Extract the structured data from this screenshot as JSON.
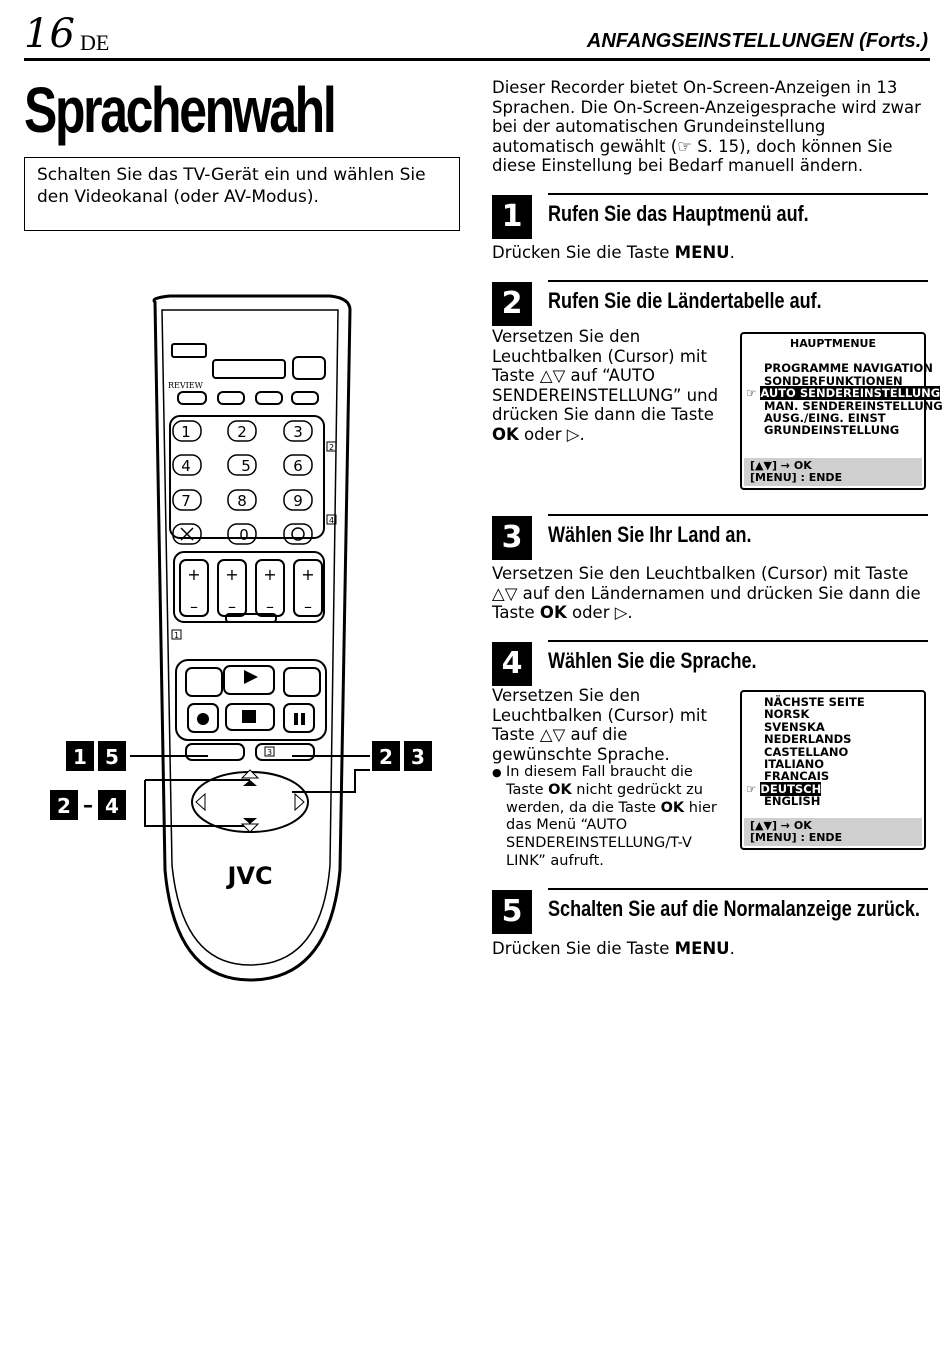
{
  "header": {
    "page_number": "16",
    "lang": "DE",
    "section": "ANFANGSEINSTELLUNGEN (Forts.)"
  },
  "title": "Sprachenwahl",
  "note_box": "Schalten Sie das TV-Gerät ein und wählen Sie den Videokanal (oder AV-Modus).",
  "intro": "Dieser Recorder bietet On-Screen-Anzeigen in 13 Sprachen. Die On-Screen-Anzeigesprache wird zwar bei der automatischen Grundeinstellung automatisch gewählt (☞ S. 15), doch können Sie diese Einstellung bei Bedarf manuell ändern.",
  "steps": [
    {
      "num": "1",
      "title": "Rufen Sie das Hauptmenü auf.",
      "body_pre": "Drücken Sie die Taste ",
      "body_key": "MENU",
      "body_post": "."
    },
    {
      "num": "2",
      "title": "Rufen Sie die Ländertabelle auf.",
      "body_pre": "Versetzen Sie den Leuchtbalken (Cursor) mit Taste △▽ auf “AUTO SENDEREINSTELLUNG” und drücken Sie dann die Taste ",
      "body_key": "OK",
      "body_post": " oder ▷."
    },
    {
      "num": "3",
      "title": "Wählen Sie Ihr Land an.",
      "body_pre": "Versetzen Sie den Leuchtbalken (Cursor) mit Taste △▽ auf den Ländernamen und drücken Sie dann die Taste ",
      "body_key": "OK",
      "body_post": " oder ▷."
    },
    {
      "num": "4",
      "title": "Wählen Sie die Sprache.",
      "body_pre": "Versetzen Sie den Leuchtbalken (Cursor) mit Taste △▽ auf die gewünschte Sprache.",
      "bullet_pre": "In diesem Fall braucht die Taste ",
      "bullet_key1": "OK",
      "bullet_mid": " nicht gedrückt zu werden, da die Taste ",
      "bullet_key2": "OK",
      "bullet_post": " hier das Menü “AUTO SENDEREINSTELLUNG/T-V LINK” aufruft."
    },
    {
      "num": "5",
      "title": "Schalten Sie auf die Normalanzeige zurück.",
      "body_pre": "Drücken Sie die Taste ",
      "body_key": "MENU",
      "body_post": "."
    }
  ],
  "osd_main": {
    "title": "HAUPTMENUE",
    "items": [
      "PROGRAMME NAVIGATION",
      "SONDERFUNKTIONEN",
      "AUTO SENDEREINSTELLUNG",
      "MAN. SENDEREINSTELLUNG",
      "AUSG./EING. EINST",
      "GRUNDEINSTELLUNG"
    ],
    "selected": "AUTO SENDEREINSTELLUNG",
    "foot1": "[▲▼] → OK",
    "foot2": "[MENU] : ENDE"
  },
  "osd_lang": {
    "items": [
      "NÄCHSTE SEITE",
      "NORSK",
      "SVENSKA",
      "NEDERLANDS",
      "CASTELLANO",
      "ITALIANO",
      "FRANCAIS",
      "DEUTSCH",
      "ENGLISH"
    ],
    "selected": "DEUTSCH",
    "foot1": "[▲▼] → OK",
    "foot2": "[MENU] : ENDE"
  },
  "remote": {
    "brand": "JVC",
    "review_label": "REVIEW",
    "keys": [
      "1",
      "2",
      "3",
      "4",
      "5",
      "6",
      "7",
      "8",
      "9",
      "0"
    ],
    "callout_left_top": [
      "1",
      "5"
    ],
    "callout_left_bottom": [
      "2",
      "4"
    ],
    "callout_right": [
      "2",
      "3"
    ],
    "dash": "–",
    "small_tags": [
      "2",
      "4",
      "1",
      "3"
    ]
  }
}
